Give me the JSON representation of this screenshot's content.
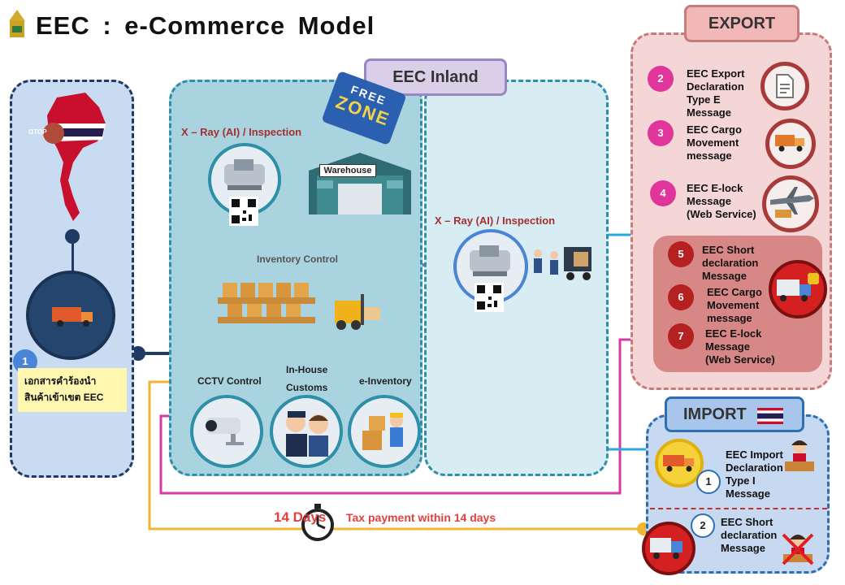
{
  "title": "EEC : e-Commerce Model",
  "panels": {
    "export_tab": "EXPORT",
    "inland_tab": "EEC Inland",
    "import_tab": "IMPORT"
  },
  "left": {
    "otop_label": "OTOP",
    "step_number": "1",
    "thai_line1": "เอกสารคำร้องนำ",
    "thai_line2": "สินค้าเข้าเขต EEC"
  },
  "inland": {
    "xray_label": "X – Ray (AI) / Inspection",
    "warehouse_label": "Warehouse",
    "free_label": "FREE",
    "zone_label": "ZONE",
    "inventory_label": "Inventory Control",
    "cctv_label": "CCTV Control",
    "inhouse_line1": "In-House",
    "inhouse_line2": "Customs",
    "einventory_label": "e-Inventory",
    "xray2_label": "X – Ray (AI) / Inspection"
  },
  "export": {
    "items": [
      {
        "num": "2",
        "lines": [
          "EEC Export",
          "Declaration",
          "Type E",
          "Message"
        ]
      },
      {
        "num": "3",
        "lines": [
          "EEC Cargo",
          "Movement",
          "message"
        ]
      },
      {
        "num": "4",
        "lines": [
          "EEC E-lock",
          "Message",
          "(Web Service)"
        ]
      },
      {
        "num": "5",
        "lines": [
          "EEC Short",
          "declaration",
          "Message"
        ]
      },
      {
        "num": "6",
        "lines": [
          "EEC Cargo",
          "Movement",
          "message"
        ]
      },
      {
        "num": "7",
        "lines": [
          "EEC E-lock",
          "Message",
          "(Web Service)"
        ]
      }
    ]
  },
  "import": {
    "items": [
      {
        "num": "1",
        "lines": [
          "EEC Import",
          "Declaration",
          "Type I",
          "Message"
        ]
      },
      {
        "num": "2",
        "lines": [
          "EEC Short",
          "declaration",
          "Message"
        ]
      }
    ]
  },
  "footer": {
    "days_label": "14 Days",
    "tax_label": "Tax payment within  14 days"
  },
  "colors": {
    "pink": "#e0359a",
    "yellow_line": "#f2b632",
    "magenta_line": "#d63aa5",
    "cyan_line": "#29a8e0",
    "dark_red": "#b52020"
  }
}
